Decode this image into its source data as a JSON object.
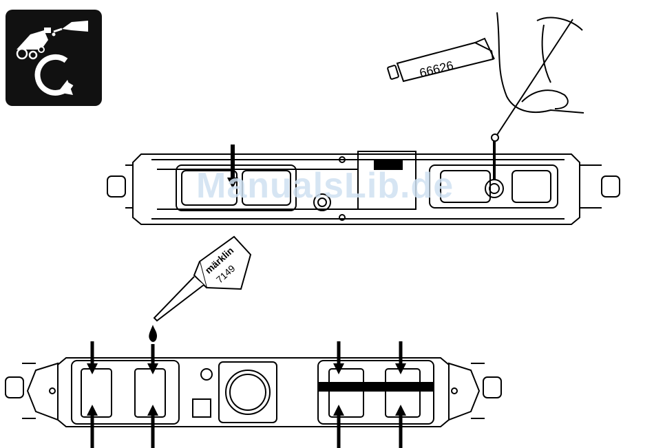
{
  "badge": {
    "icon": "maintenance-oil-locomotive-icon",
    "bg": "#111111"
  },
  "tube": {
    "label": "66626"
  },
  "oiler": {
    "brand": "märklin",
    "number": "7149"
  },
  "watermark": "ManualsLib.de"
}
